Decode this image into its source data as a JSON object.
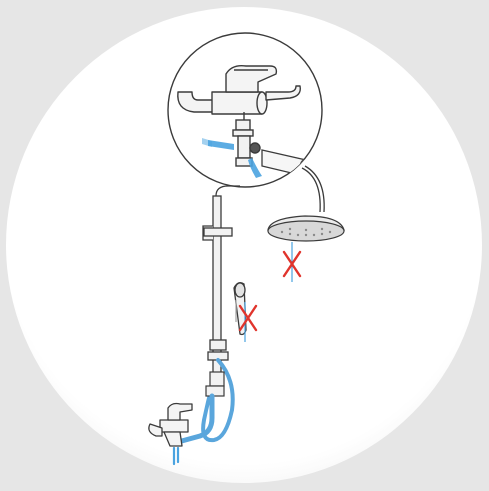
{
  "colors": {
    "background": "#e6e6e6",
    "disc": "#ffffff",
    "line_art": "#3b3b3b",
    "water": "#4aa3e0",
    "hose": "#5aa6dc",
    "cross": "#e0342c",
    "metal_light": "#f0f0f0",
    "metal_shade": "#cfcfcf"
  },
  "icons": {
    "faucet": "wall-mixer-icon",
    "diverter": "diverter-valve-icon",
    "overhead_shower": "rain-shower-head-icon",
    "hand_shower": "hand-shower-icon",
    "no_flow": "cross-mark-icon",
    "water_flow": "water-flow-icon"
  },
  "states": {
    "overhead_shower_flow": "off",
    "hand_shower_flow": "off",
    "diverter_flow": "on",
    "spout_flow": "on"
  }
}
